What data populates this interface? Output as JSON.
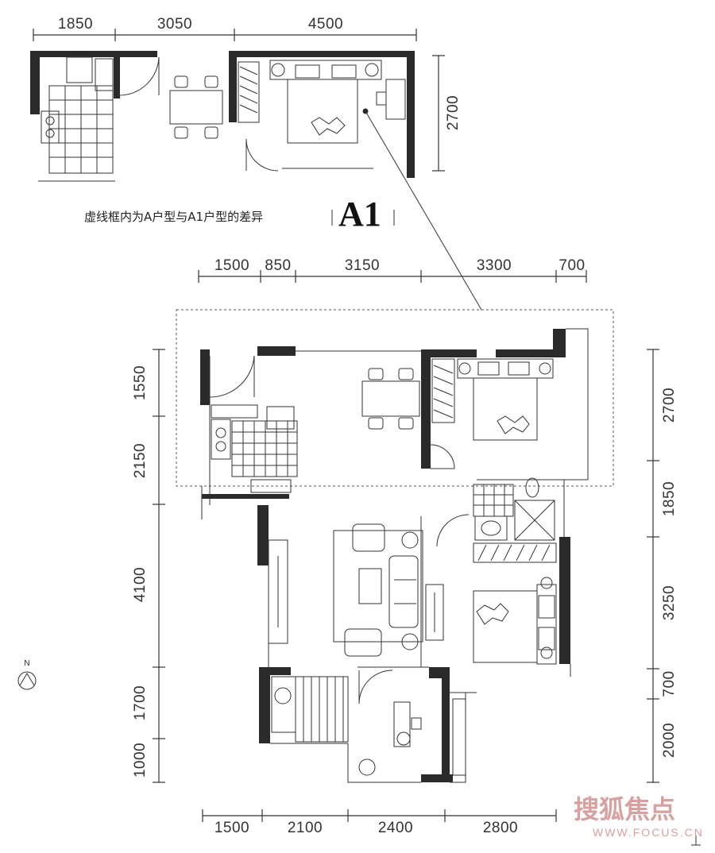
{
  "top_plan": {
    "dims_top": [
      "1850",
      "3050",
      "4500"
    ],
    "dim_right": "2700"
  },
  "caption": {
    "text": "虚线框内为A户型与A1户型的差异",
    "model": "A1"
  },
  "main_plan": {
    "dims_top": [
      "1500",
      "850",
      "3150",
      "3300",
      "700"
    ],
    "dims_left": [
      "1550",
      "2150",
      "4100",
      "1700",
      "1000"
    ],
    "dims_right": [
      "2700",
      "1850",
      "3250",
      "700",
      "2000"
    ],
    "dims_bottom": [
      "1500",
      "2100",
      "2400",
      "2800"
    ]
  },
  "north_label": "N",
  "watermark": {
    "brand": "搜狐焦点",
    "url": "WWW.FOCUS.CN"
  },
  "colors": {
    "wall": "#2a2a2a",
    "line": "#333333",
    "watermark": "#d9a0a0"
  }
}
